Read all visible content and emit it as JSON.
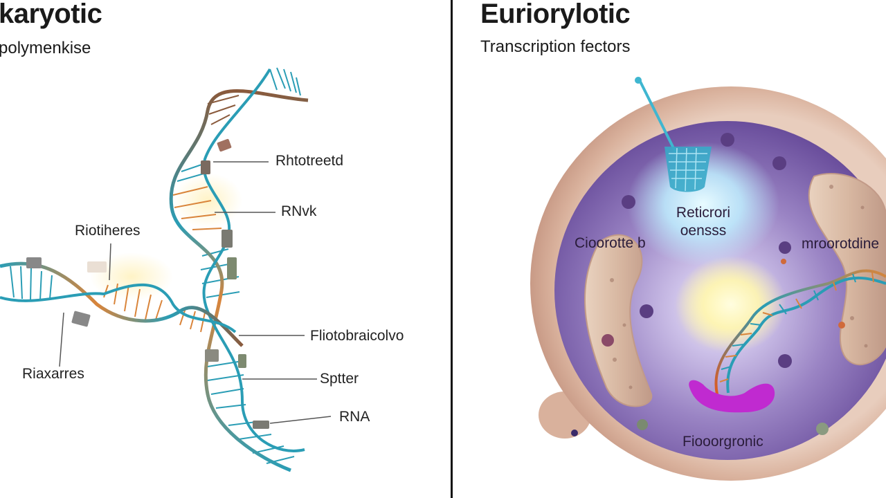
{
  "left_panel": {
    "title": "karyotic",
    "subtitle": "polymenkise",
    "labels": {
      "rhtotreetd": "Rhtotreetd",
      "rnvk": "RNvk",
      "riotiheres": "Riotiheres",
      "fliotobraicolvo": "Fliotobraicolvo",
      "riaxarres": "Riaxarres",
      "sptter": "Sptter",
      "rna": "RNA"
    }
  },
  "right_panel": {
    "title": "Euriorylotic",
    "subtitle": "Transcription fectors",
    "labels": {
      "reticrori_line1": "Reticrori",
      "reticrori_line2": "oensss",
      "cioorotte": "Cioorotte b",
      "mroorotdine": "mroorotdine",
      "fiooorgronic": "Fiooorgronic"
    }
  },
  "colors": {
    "dna_teal": "#2a9db5",
    "dna_orange": "#d9843a",
    "dna_brown": "#8a5a3c",
    "cell_outer": "#d9b8a4",
    "cell_inner": "#7a5aa8",
    "glow_cyan": "#bfefff",
    "glow_yellow": "#fff6b0",
    "purple_blob": "#c02ad0",
    "divider": "#111111"
  },
  "icons": [
    "dna-double-helix-icon",
    "cell-nucleus-icon",
    "transcription-factor-icon",
    "mitochondrion-icon",
    "rna-polymerase-icon"
  ]
}
